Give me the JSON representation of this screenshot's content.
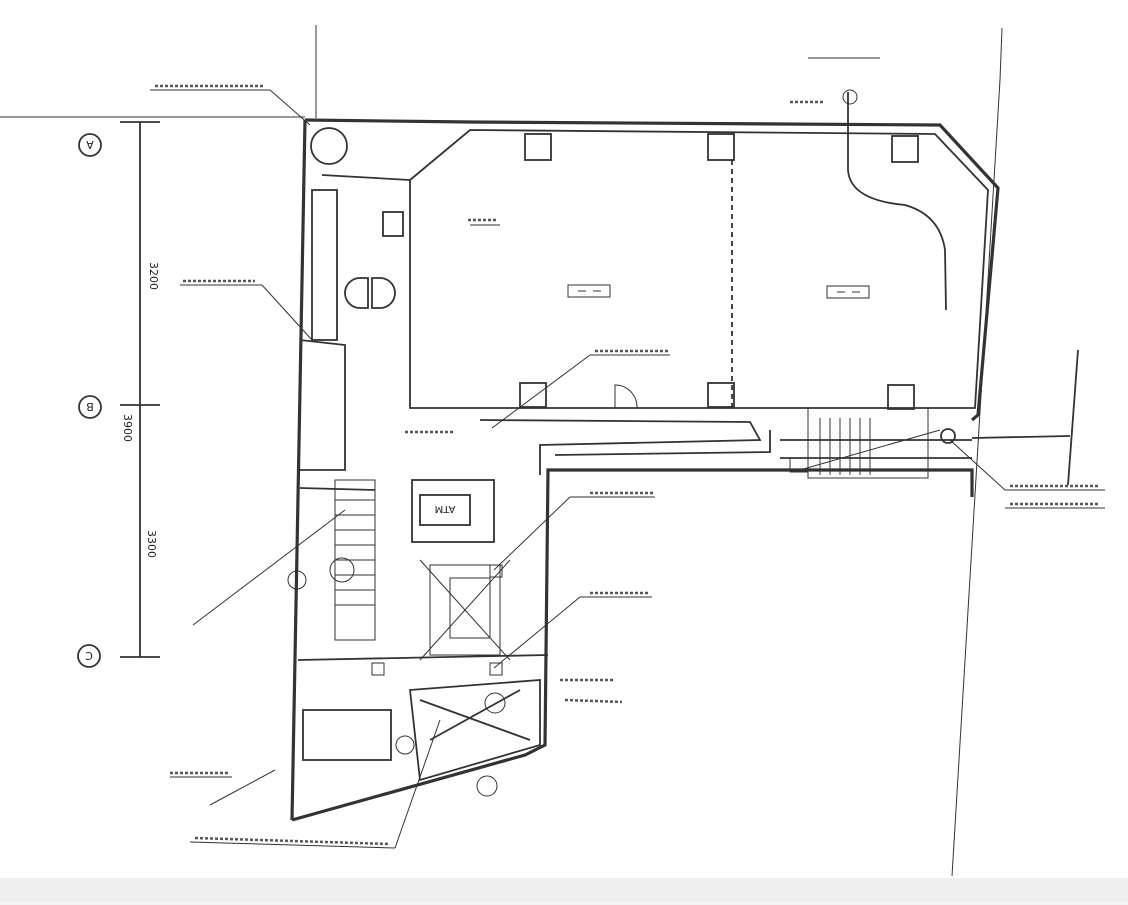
{
  "drawing": {
    "grid_bubbles": [
      "A",
      "B",
      "C"
    ],
    "dimensions": [
      "3200",
      "3900",
      "3300"
    ],
    "labels": {
      "atm_room": "ATM"
    },
    "colors": {
      "paper": "#ffffff",
      "ink": "#333333",
      "frame": "#f4f4f4"
    }
  }
}
